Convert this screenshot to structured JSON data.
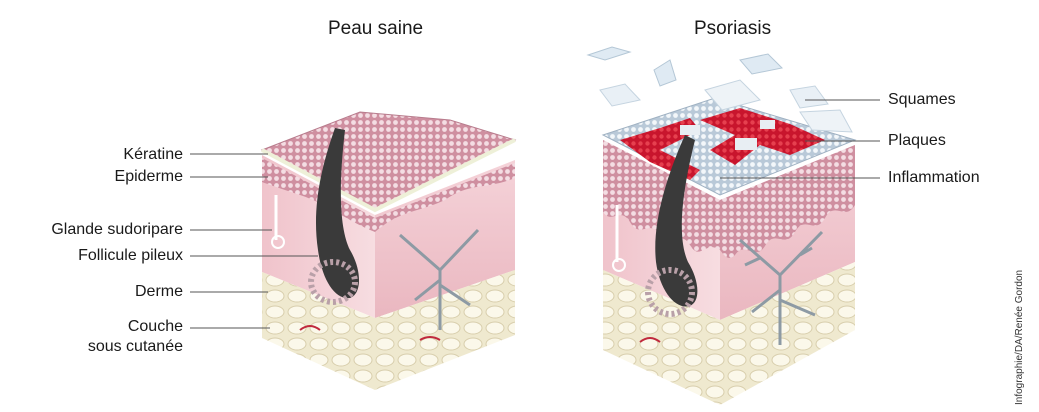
{
  "titles": {
    "left": "Peau saine",
    "right": "Psoriasis"
  },
  "left_labels": {
    "keratine": "Kératine",
    "epiderme": "Epiderme",
    "glande": "Glande sudoripare",
    "follicule": "Follicule pileux",
    "derme": "Derme",
    "couche_line1": "Couche",
    "couche_line2": "sous cutanée"
  },
  "right_labels": {
    "squames": "Squames",
    "plaques": "Plaques",
    "inflammation": "Inflammation"
  },
  "credit": "Infographie/DA/Renée Gordon",
  "colors": {
    "skin_pink": "#f1c9cf",
    "epidermis_mauve": "#d09aa8",
    "plaque_red": "#cf1832",
    "scale_blue": "#dfeaf3",
    "fat_cream": "#efe9cf",
    "hair_dark": "#3a3a3a",
    "vessel_gray": "#8d9aa4"
  }
}
